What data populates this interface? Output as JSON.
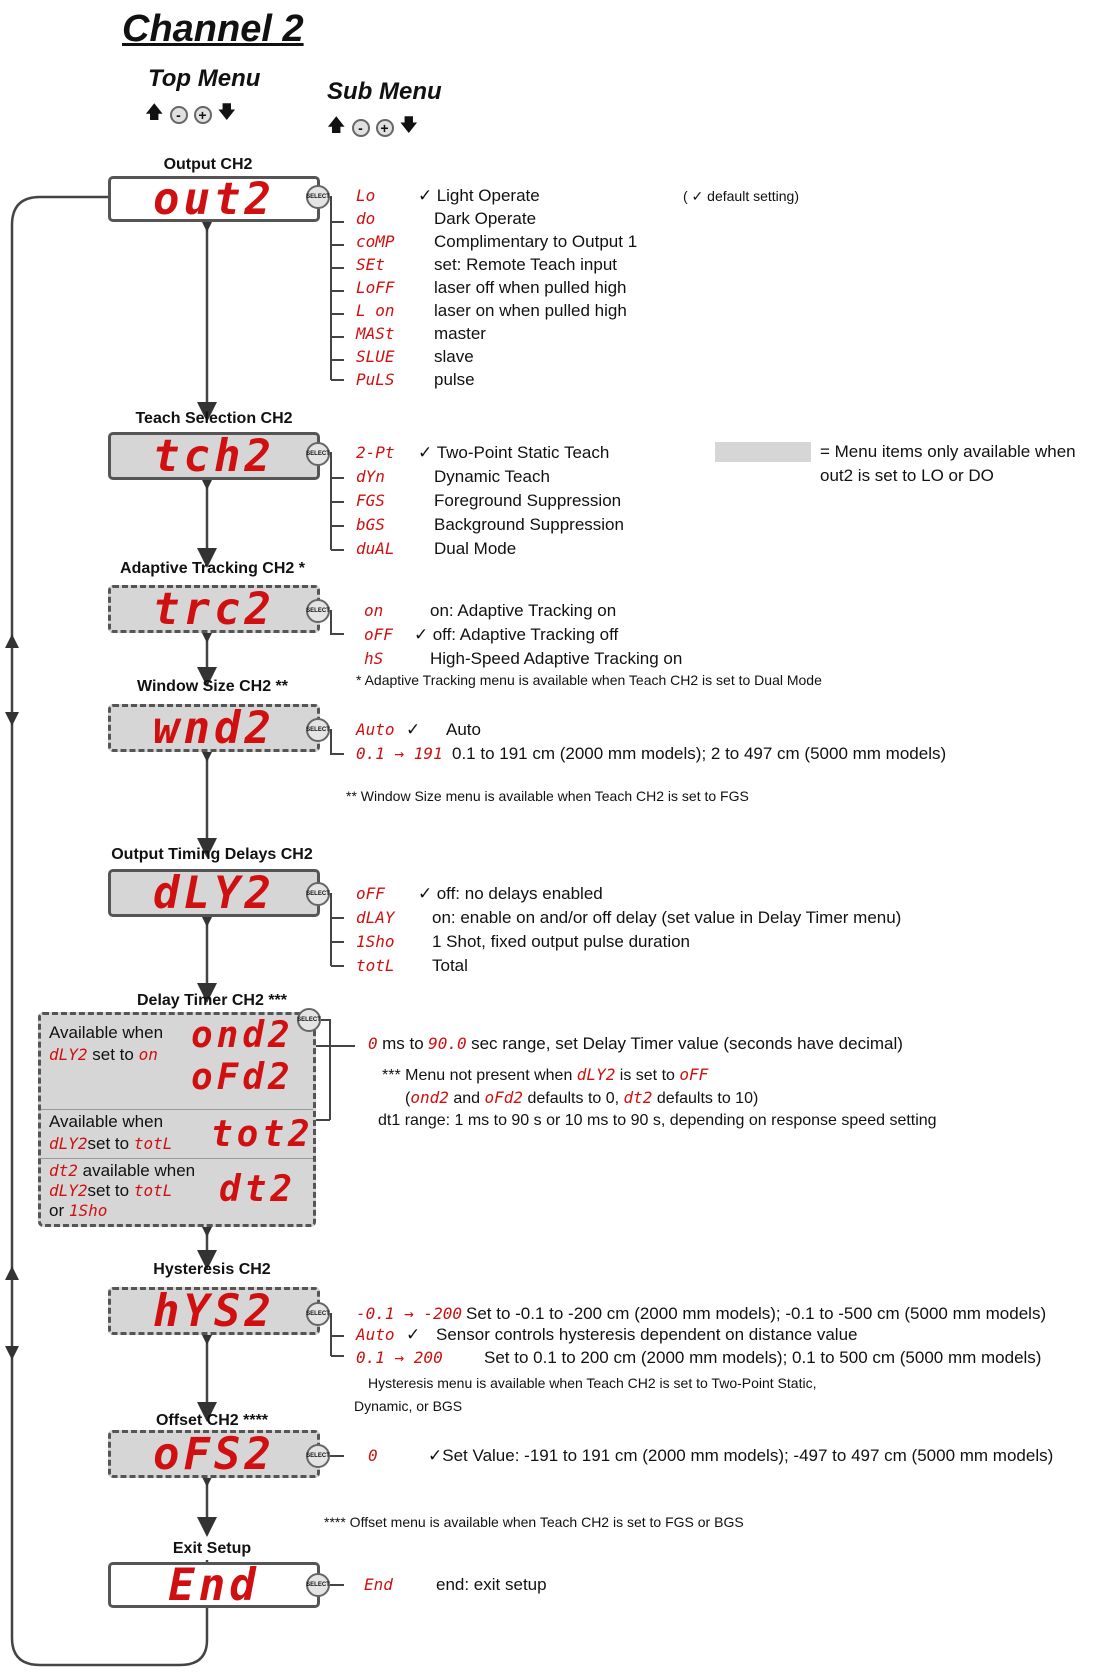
{
  "title": "Channel 2",
  "top_menu": "Top Menu",
  "sub_menu": "Sub Menu",
  "minus": "-",
  "plus": "+",
  "select": "SELECT",
  "default_note": "( ✓ default setting)",
  "check": "✓",
  "gray_legend": "= Menu items only available when\nout2 is set to LO or DO",
  "menus": {
    "out": {
      "label": "Output CH2",
      "display": "out2",
      "items": [
        {
          "code": "Lo",
          "text": "Light Operate"
        },
        {
          "code": "do",
          "text": "Dark Operate"
        },
        {
          "code": "coMP",
          "text": "Complimentary to Output 1"
        },
        {
          "code": "SEt",
          "text": "set: Remote Teach input"
        },
        {
          "code": "LoFF",
          "text": "laser off when pulled high"
        },
        {
          "code": "L on",
          "text": "laser on when pulled high"
        },
        {
          "code": "MASt",
          "text": "master"
        },
        {
          "code": "SLUE",
          "text": "slave"
        },
        {
          "code": "PuLS",
          "text": "pulse"
        }
      ]
    },
    "tch": {
      "label": "Teach Selection CH2",
      "display": "tch2",
      "items": [
        {
          "code": "2-Pt",
          "text": "Two-Point Static Teach"
        },
        {
          "code": "dYn",
          "text": "Dynamic Teach"
        },
        {
          "code": "FGS",
          "text": "Foreground Suppression"
        },
        {
          "code": "bGS",
          "text": "Background Suppression"
        },
        {
          "code": "duAL",
          "text": "Dual Mode"
        }
      ]
    },
    "trc": {
      "label": "Adaptive Tracking CH2 *",
      "display": "trc2",
      "items": [
        {
          "code": "on",
          "text": "on: Adaptive Tracking on"
        },
        {
          "code": "oFF",
          "text": "off: Adaptive Tracking off"
        },
        {
          "code": "hS",
          "text": "High-Speed Adaptive Tracking on"
        }
      ],
      "note": "* Adaptive Tracking menu is available when Teach CH2 is set to Dual Mode"
    },
    "wnd": {
      "label": "Window Size CH2 **",
      "display": "wnd2",
      "items": [
        {
          "code": "Auto",
          "text": "Auto"
        },
        {
          "code": "0.1 → 191",
          "text": "0.1 to 191 cm (2000 mm models); 2 to 497 cm (5000 mm models)"
        }
      ],
      "note": "** Window Size menu is available when Teach CH2 is set to FGS"
    },
    "dly": {
      "label": "Output Timing Delays CH2",
      "display": "dLY2",
      "items": [
        {
          "code": "oFF",
          "text": "off: no delays enabled"
        },
        {
          "code": "dLAY",
          "text": "on: enable on and/or off delay (set value in Delay Timer menu)"
        },
        {
          "code": "1Sho",
          "text": "1 Shot, fixed output pulse duration"
        },
        {
          "code": "totL",
          "text": "Total"
        }
      ]
    },
    "dt": {
      "label": "Delay Timer CH2 ***",
      "avail_when": "Available when",
      "set_to": "set to",
      "dt2_avail": "available when",
      "or": "or",
      "dly2": "dLY2",
      "on": "on",
      "totl": "totL",
      "1sho": "1Sho",
      "ond2": "ond2",
      "ofd2": "oFd2",
      "tot2": "tot2",
      "dt2": "dt2",
      "range_zero": "0",
      "range_ms": "ms  to",
      "range_max": "90.0",
      "range_text": "sec range, set Delay Timer value (seconds have decimal)",
      "note1": "*** Menu not present when",
      "note1_dly": "dLY2",
      "note1_is": "is set to",
      "note1_off": "oFF",
      "note2_ond2": "ond2",
      "note2_and": "and",
      "note2_ofd2": "oFd2",
      "note2_mid": "defaults to 0,",
      "note2_dt2": "dt2",
      "note2_end": "defaults to 10)",
      "dt1": "dt1 range: 1 ms to 90 s or 10 ms to 90 s, depending on response speed setting"
    },
    "hys": {
      "label": "Hysteresis CH2",
      "display": "hYS2",
      "items": [
        {
          "code": "-0.1 → -200",
          "text": "Set to -0.1 to -200 cm (2000 mm models); -0.1 to -500 cm (5000 mm models)"
        },
        {
          "code": "Auto",
          "text": "Sensor controls hysteresis dependent on distance value"
        },
        {
          "code": "0.1 → 200",
          "text": "Set to 0.1 to 200 cm (2000 mm models); 0.1 to 500 cm (5000 mm models)"
        }
      ],
      "note1": "Hysteresis menu is available when Teach CH2 is set to Two-Point Static,",
      "note2": "Dynamic, or BGS"
    },
    "ofs": {
      "label": "Offset CH2 ****",
      "display": "oFS2",
      "items": [
        {
          "code": "0",
          "text": "Set Value:   -191 to 191 cm (2000 mm models); -497 to 497 cm (5000 mm models)"
        }
      ],
      "note": "**** Offset menu is available when Teach CH2 is set to FGS or BGS"
    },
    "end": {
      "label": "Exit Setup",
      "display": "End",
      "items": [
        {
          "code": "End",
          "text": "end: exit setup"
        }
      ]
    }
  }
}
